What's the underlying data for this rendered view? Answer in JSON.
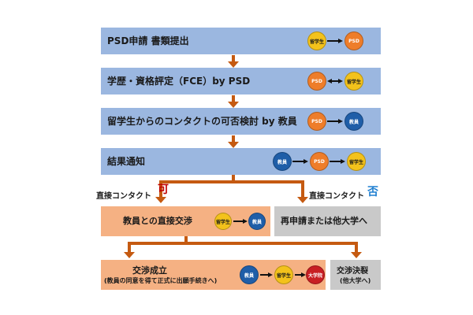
{
  "steps": [
    {
      "text": "PSD申請 書類提出",
      "c1": "留学生",
      "c2": "PSD"
    },
    {
      "text": "学歴・資格評定（FCE）by PSD",
      "c1": "PSD",
      "c2": "留学生"
    },
    {
      "text": "留学生からのコンタクトの可否検討 by 教員",
      "c1": "PSD",
      "c2": "教員"
    },
    {
      "text": "結果通知",
      "c1": "教員",
      "c2": "PSD",
      "c3": "留学生"
    }
  ],
  "branch": {
    "ok_label": "直接コンタクト",
    "ok_mark": "可",
    "ng_label": "直接コンタクト",
    "ng_mark": "否"
  },
  "direct": {
    "text": "教員との直接交渉",
    "c1": "留学生",
    "c2": "教員"
  },
  "reapply": {
    "text": "再申請または他大学へ"
  },
  "success": {
    "line1": "交渉成立",
    "line2": "(教員の同意を得て正式に出願手続きへ)",
    "c1": "教員",
    "c2": "留学生",
    "c3": "大学院"
  },
  "fail": {
    "line1": "交渉決裂",
    "line2": "(他大学へ)"
  },
  "colors": {
    "step_box": "#9bb7e0",
    "flow_arrow": "#c55a11",
    "peach_box": "#f5b183",
    "grey_box": "#c9c9c9",
    "ok_mark": "#c00000",
    "ng_mark": "#1f7fd1"
  }
}
